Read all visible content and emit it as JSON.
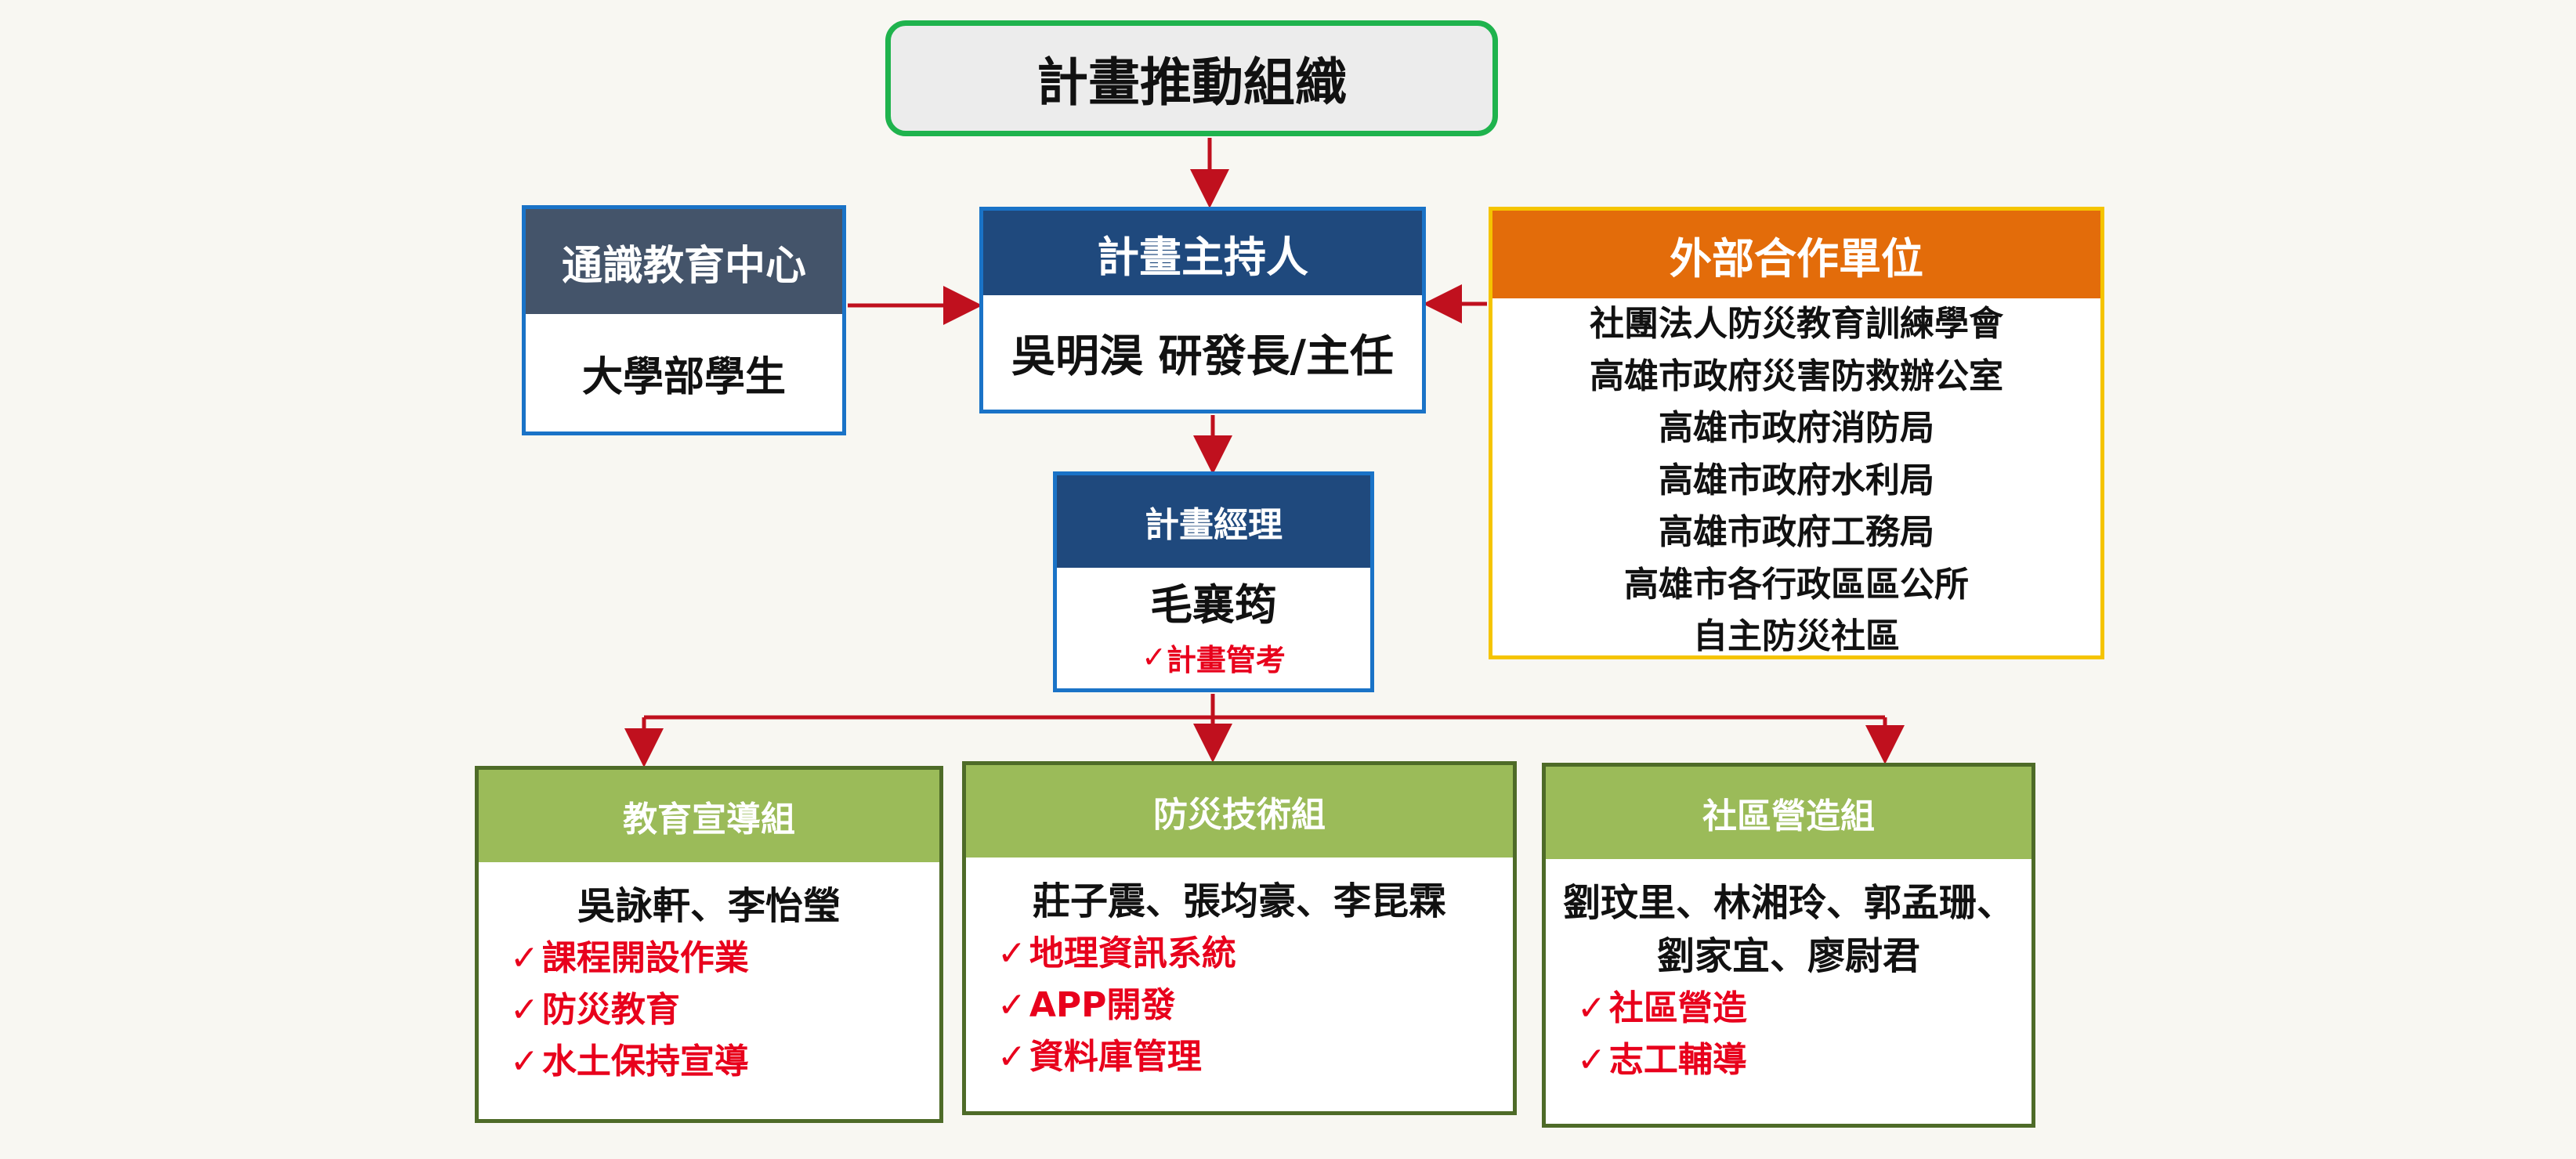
{
  "title": "計畫推動組織",
  "principal": {
    "header": "計畫主持人",
    "name": "吳明淏 研發長/主任"
  },
  "general_ed": {
    "header": "通識教育中心",
    "body": "大學部學生"
  },
  "external": {
    "header": "外部合作單位",
    "items": [
      "社團法人防災教育訓練學會",
      "高雄市政府災害防救辦公室",
      "高雄市政府消防局",
      "高雄市政府水利局",
      "高雄市政府工務局",
      "高雄市各行政區區公所",
      "自主防災社區"
    ]
  },
  "manager": {
    "header": "計畫經理",
    "name": "毛襄筠",
    "task": "計畫管考"
  },
  "groups": [
    {
      "header": "教育宣導組",
      "members": [
        "吳詠軒、李怡瑩"
      ],
      "tasks": [
        "課程開設作業",
        "防災教育",
        "水土保持宣導"
      ]
    },
    {
      "header": "防災技術組",
      "members": [
        "莊子震、張均豪、李昆霖"
      ],
      "tasks": [
        "地理資訊系統",
        "APP開發",
        "資料庫管理"
      ]
    },
    {
      "header": "社區營造組",
      "members": [
        "劉玟里、林湘玲、郭孟珊、",
        "劉家宜、廖尉君"
      ],
      "tasks": [
        "社區營造",
        "志工輔導"
      ]
    }
  ],
  "check_mark": "✓",
  "colors": {
    "title_border": "#1fb34d",
    "blue_header": "#1f497d",
    "slate_header": "#44546a",
    "orange_header": "#e36c0a",
    "green_header": "#9bbb59",
    "connector": "#c0101e",
    "task_text": "#e8001c"
  }
}
